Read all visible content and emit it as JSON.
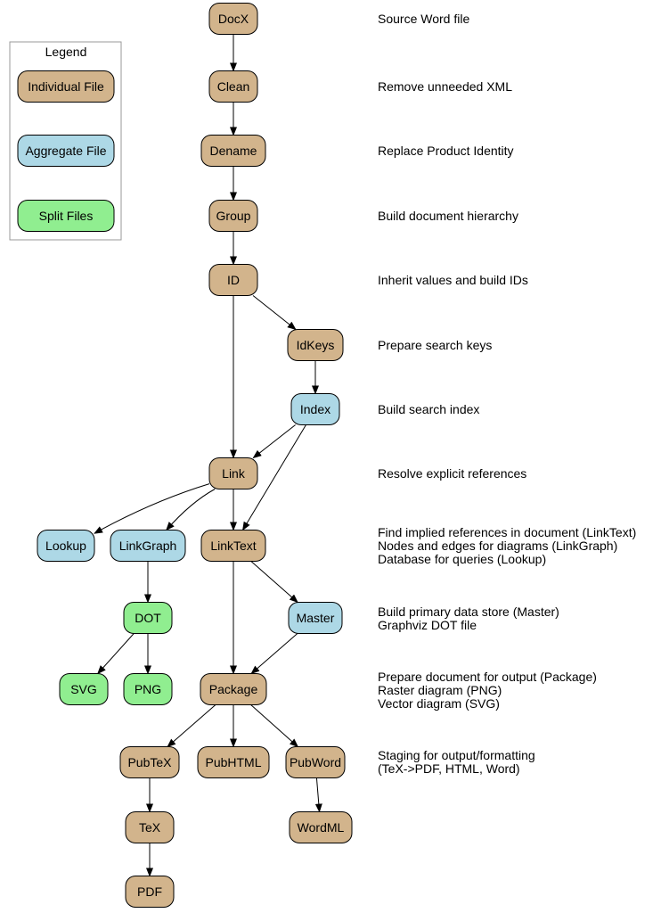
{
  "colors": {
    "individual": "#d2b48c",
    "aggregate": "#add8e6",
    "split": "#90ee90"
  },
  "legend": {
    "title": "Legend",
    "items": [
      {
        "label": "Individual File",
        "kind": "individual"
      },
      {
        "label": "Aggregate File",
        "kind": "aggregate"
      },
      {
        "label": "Split Files",
        "kind": "split"
      }
    ]
  },
  "nodes": {
    "docx": {
      "label": "DocX",
      "kind": "individual"
    },
    "clean": {
      "label": "Clean",
      "kind": "individual"
    },
    "dename": {
      "label": "Dename",
      "kind": "individual"
    },
    "group": {
      "label": "Group",
      "kind": "individual"
    },
    "id": {
      "label": "ID",
      "kind": "individual"
    },
    "idkeys": {
      "label": "IdKeys",
      "kind": "individual"
    },
    "index": {
      "label": "Index",
      "kind": "aggregate"
    },
    "link": {
      "label": "Link",
      "kind": "individual"
    },
    "lookup": {
      "label": "Lookup",
      "kind": "aggregate"
    },
    "linkgraph": {
      "label": "LinkGraph",
      "kind": "aggregate"
    },
    "linktext": {
      "label": "LinkText",
      "kind": "individual"
    },
    "dot": {
      "label": "DOT",
      "kind": "split"
    },
    "master": {
      "label": "Master",
      "kind": "aggregate"
    },
    "svg": {
      "label": "SVG",
      "kind": "split"
    },
    "png": {
      "label": "PNG",
      "kind": "split"
    },
    "package": {
      "label": "Package",
      "kind": "individual"
    },
    "pubtex": {
      "label": "PubTeX",
      "kind": "individual"
    },
    "pubhtml": {
      "label": "PubHTML",
      "kind": "individual"
    },
    "pubword": {
      "label": "PubWord",
      "kind": "individual"
    },
    "tex": {
      "label": "TeX",
      "kind": "individual"
    },
    "wordml": {
      "label": "WordML",
      "kind": "individual"
    },
    "pdf": {
      "label": "PDF",
      "kind": "individual"
    }
  },
  "edges": [
    [
      "docx",
      "clean"
    ],
    [
      "clean",
      "dename"
    ],
    [
      "dename",
      "group"
    ],
    [
      "group",
      "id"
    ],
    [
      "id",
      "idkeys"
    ],
    [
      "id",
      "link"
    ],
    [
      "idkeys",
      "index"
    ],
    [
      "index",
      "link"
    ],
    [
      "index",
      "linktext"
    ],
    [
      "link",
      "lookup"
    ],
    [
      "link",
      "linkgraph"
    ],
    [
      "link",
      "linktext"
    ],
    [
      "linkgraph",
      "dot"
    ],
    [
      "linktext",
      "master"
    ],
    [
      "linktext",
      "package"
    ],
    [
      "master",
      "package"
    ],
    [
      "dot",
      "svg"
    ],
    [
      "dot",
      "png"
    ],
    [
      "package",
      "pubtex"
    ],
    [
      "package",
      "pubhtml"
    ],
    [
      "package",
      "pubword"
    ],
    [
      "pubtex",
      "tex"
    ],
    [
      "tex",
      "pdf"
    ],
    [
      "pubword",
      "wordml"
    ]
  ],
  "descriptions": {
    "docx": [
      "Source Word file"
    ],
    "clean": [
      "Remove unneeded XML"
    ],
    "dename": [
      "Replace Product Identity"
    ],
    "group": [
      "Build document hierarchy"
    ],
    "id": [
      "Inherit values and build IDs"
    ],
    "idkeys": [
      "Prepare search keys"
    ],
    "index": [
      "Build search index"
    ],
    "link": [
      "Resolve explicit references"
    ],
    "linktext": [
      "Find implied references in document (LinkText)",
      "Nodes and edges for diagrams (LinkGraph)",
      "Database for queries (Lookup)"
    ],
    "master": [
      "Build primary data store (Master)",
      "Graphviz DOT file"
    ],
    "package": [
      "Prepare document for output (Package)",
      "Raster diagram (PNG)",
      "Vector diagram (SVG)"
    ],
    "pubword": [
      "Staging for output/formatting",
      "(TeX->PDF, HTML, Word)"
    ]
  }
}
